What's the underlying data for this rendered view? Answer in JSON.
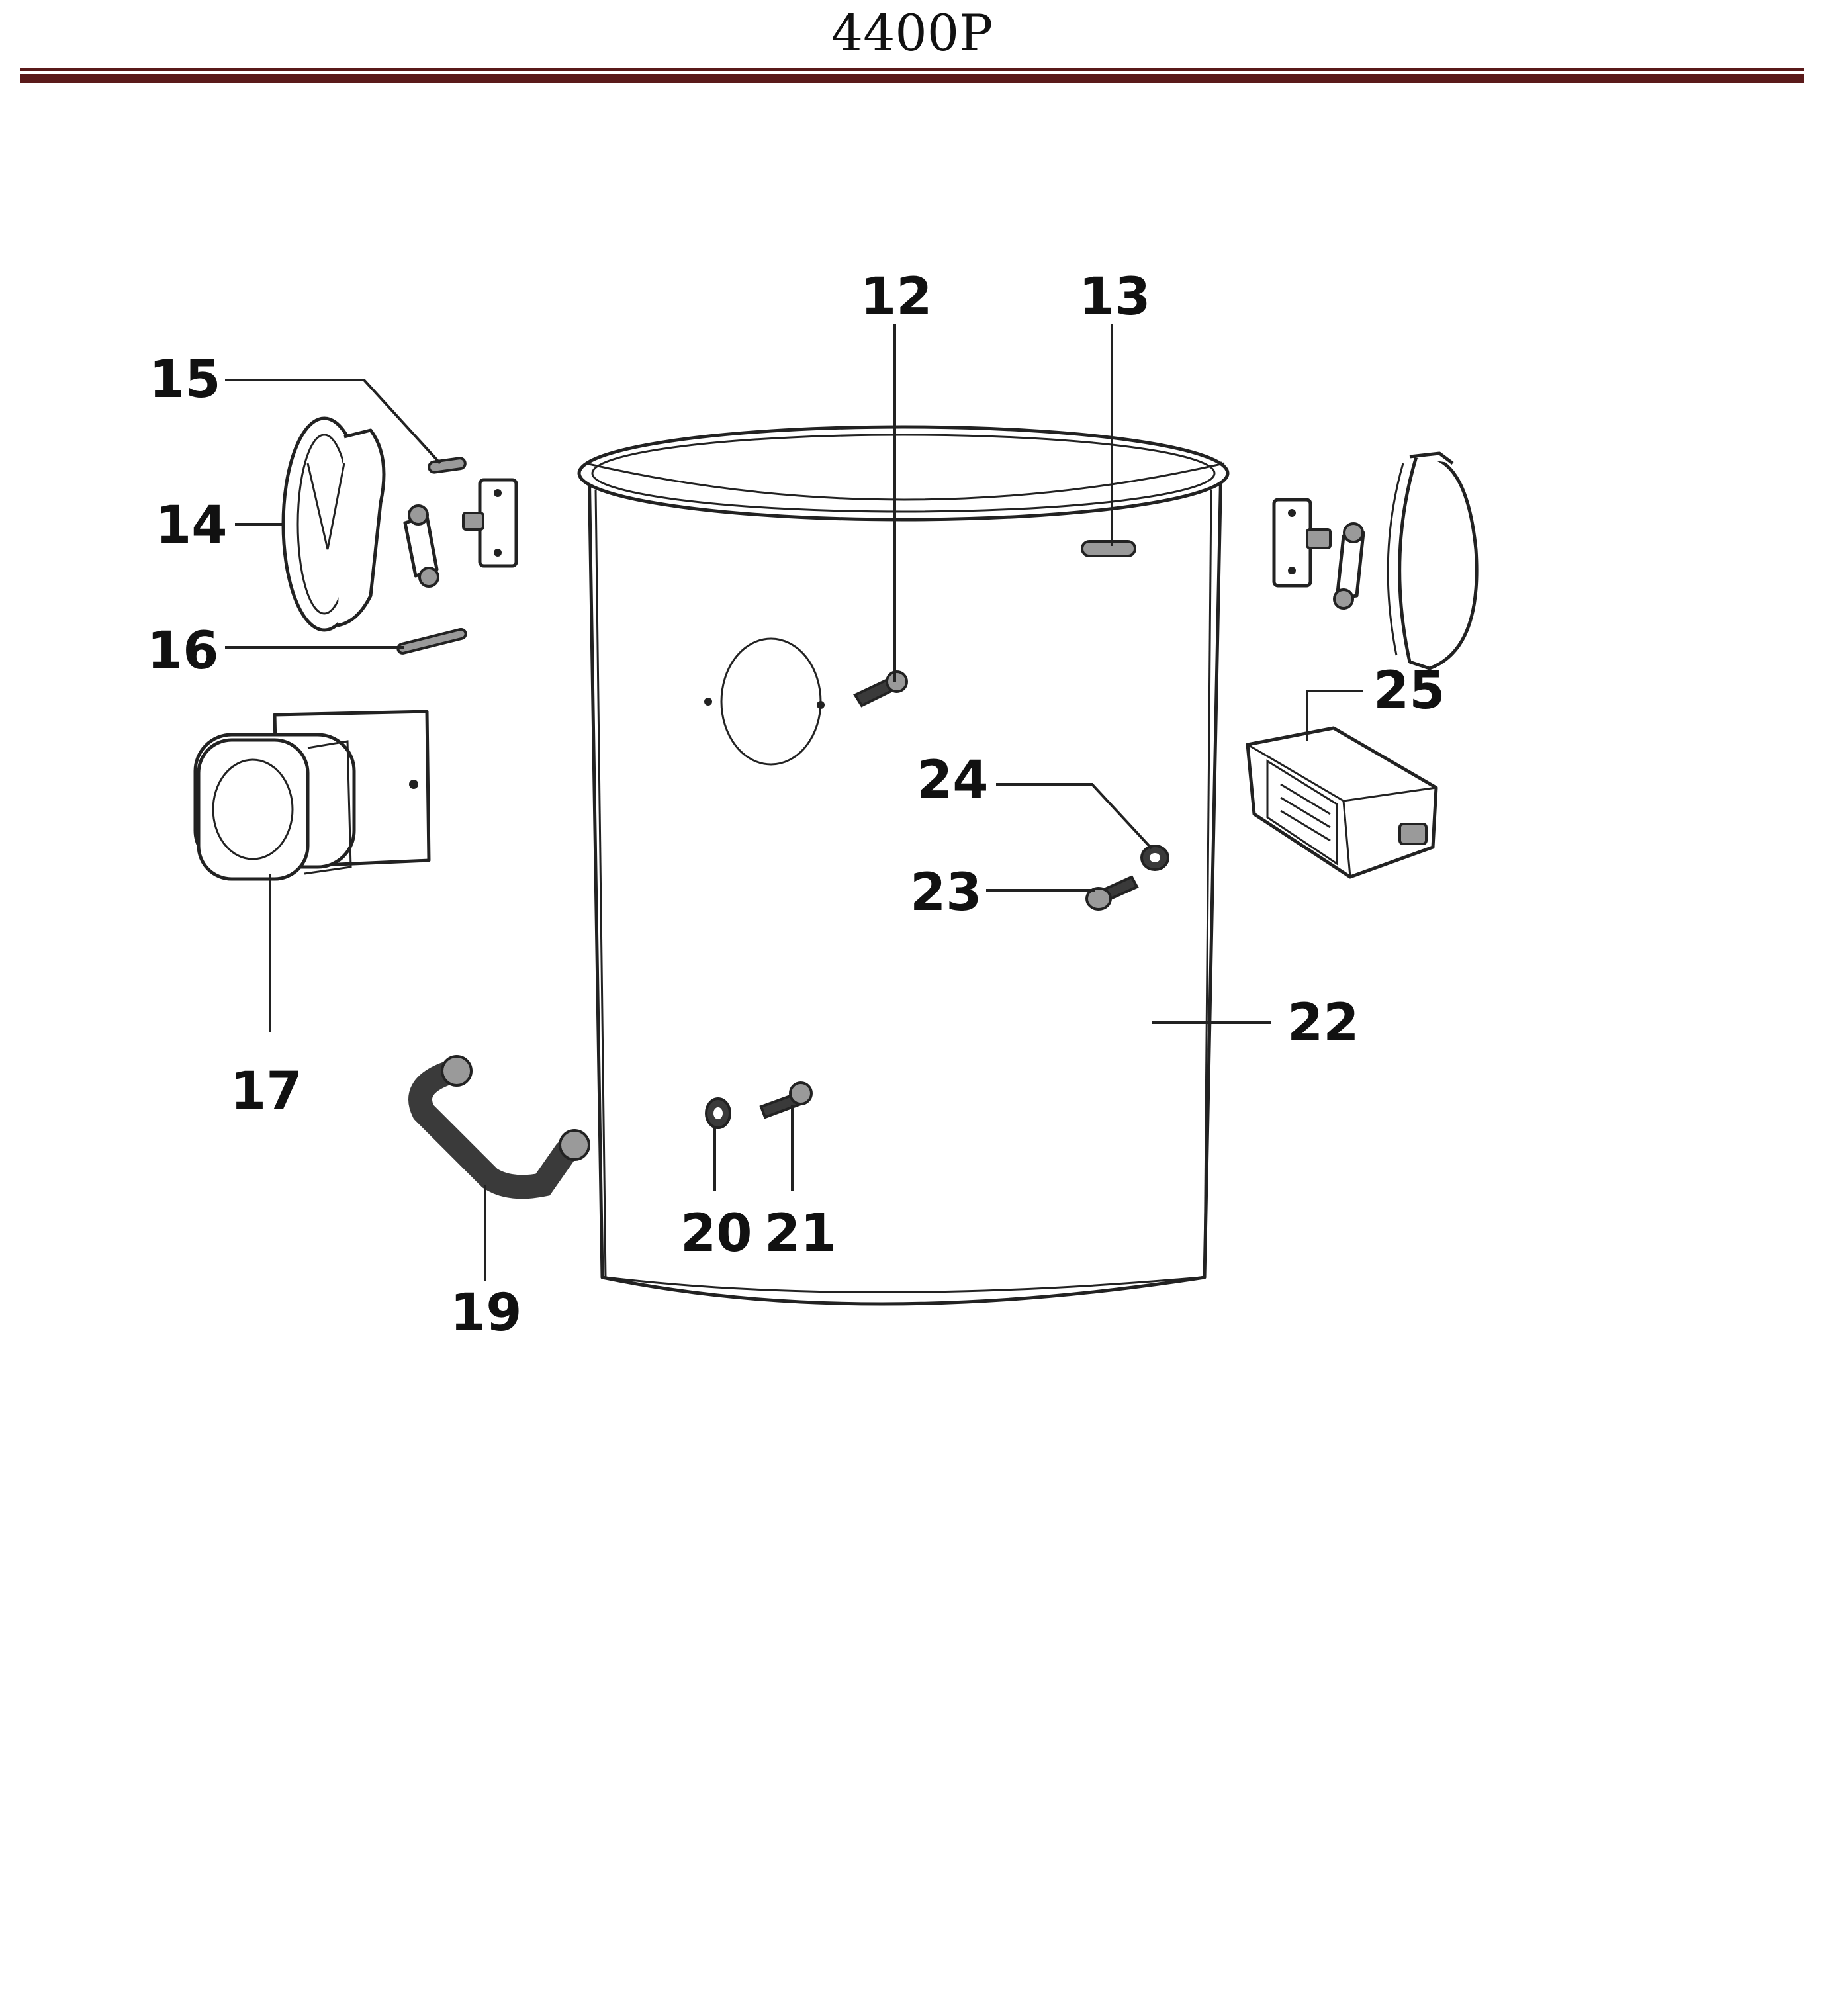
{
  "header": {
    "title": "4400P",
    "rule_color": "#5a1a1a"
  },
  "callouts": {
    "c12": "12",
    "c13": "13",
    "c14": "14",
    "c15": "15",
    "c16": "16",
    "c17": "17",
    "c19": "19",
    "c20": "20",
    "c21": "21",
    "c22": "22",
    "c23": "23",
    "c24": "24",
    "c25": "25"
  }
}
